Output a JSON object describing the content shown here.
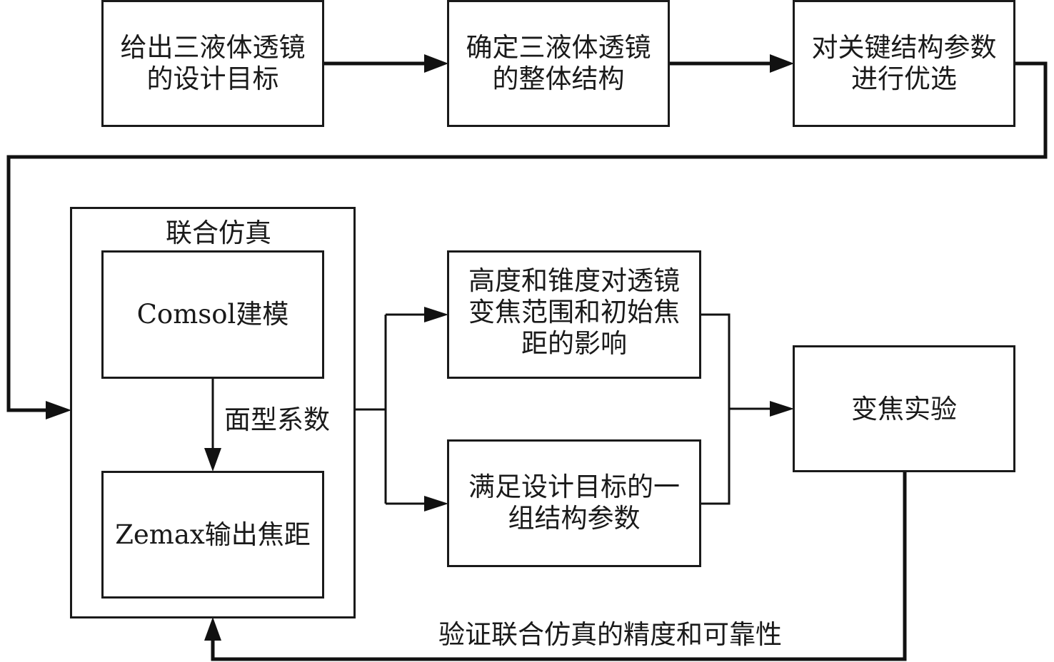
{
  "diagram": {
    "type": "flowchart",
    "nodes": {
      "goal": "给出三液体透镜\n的设计目标",
      "structure": "确定三液体透镜\n的整体结构",
      "optimize": "对关键结构参数\n进行优选",
      "cosim_group": "联合仿真",
      "comsol": "Comsol建模",
      "zemax": "Zemax输出焦距",
      "influence": "高度和锥度对透镜\n变焦范围和初始焦\n距的影响",
      "params": "满足设计目标的一\n组结构参数",
      "experiment": "变焦实验"
    },
    "edge_labels": {
      "surface_coeff": "面型系数",
      "verify": "验证联合仿真的精度和可靠性"
    },
    "edges": [
      {
        "from": "goal",
        "to": "structure"
      },
      {
        "from": "structure",
        "to": "optimize"
      },
      {
        "from": "optimize",
        "to": "cosim_group"
      },
      {
        "from": "comsol",
        "to": "zemax",
        "label": "面型系数"
      },
      {
        "from": "cosim_group",
        "to": "influence"
      },
      {
        "from": "cosim_group",
        "to": "params"
      },
      {
        "from": "influence",
        "to": "experiment"
      },
      {
        "from": "params",
        "to": "experiment"
      },
      {
        "from": "experiment",
        "to": "cosim_group",
        "label": "验证联合仿真的精度和可靠性"
      }
    ]
  }
}
